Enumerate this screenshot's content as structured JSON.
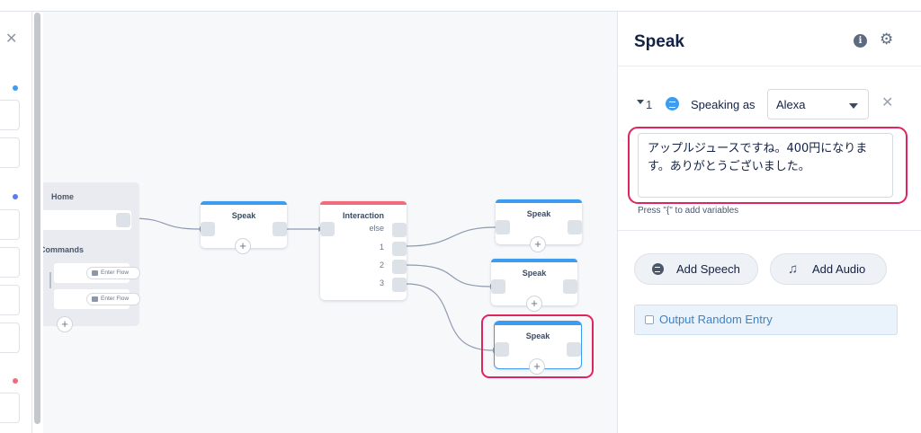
{
  "canvas": {
    "home_block": {
      "title": "Home",
      "commands_label": "Commands",
      "enter_flow_1": "Enter Flow",
      "enter_flow_2": "Enter Flow"
    },
    "nodes": {
      "speak_1_title": "Speak",
      "interaction_title": "Interaction",
      "interaction_ports": [
        "else",
        "1",
        "2",
        "3"
      ],
      "speak_2_title": "Speak",
      "speak_3_title": "Speak",
      "speak_4_title": "Speak"
    },
    "plus_glyph": "+",
    "colors": {
      "speak_bar": "#3d9bf0",
      "interaction_bar": "#f26b7c",
      "highlight": "#e0245e"
    }
  },
  "panel": {
    "title": "Speak",
    "info_icon": "i",
    "gear_icon": "⚙",
    "entry_index": "1",
    "speaking_as_label": "Speaking as",
    "voice_select": "Alexa",
    "speech_text": "アップルジュースですね。400円になります。ありがとうございました。",
    "hint": "Press \"{\" to add variables",
    "add_speech_label": "Add Speech",
    "add_audio_label": "Add Audio",
    "audio_icon": "♫",
    "output_random_label": "Output Random Entry",
    "remove_icon": "✕"
  },
  "sidebar": {
    "close_icon": "✕",
    "dot_colors": [
      "#3d9bf0",
      "#5a7cf0",
      "#f26b7c"
    ]
  }
}
